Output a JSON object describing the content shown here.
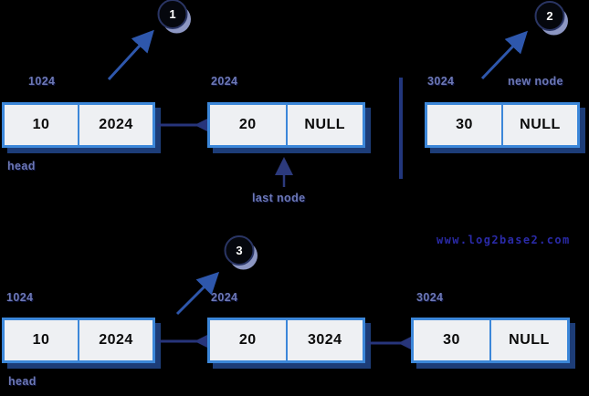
{
  "watermark": "www.log2base2.com",
  "badges": {
    "step1": "1",
    "step2": "2",
    "step3": "3"
  },
  "top": {
    "node1": {
      "address": "1024",
      "data": "10",
      "next": "2024"
    },
    "node2": {
      "address": "2024",
      "data": "20",
      "next": "NULL"
    },
    "new_node": {
      "address": "3024",
      "data": "30",
      "next": "NULL",
      "caption": "new node"
    },
    "head_label": "head",
    "last_node_label": "last node"
  },
  "bottom": {
    "node1": {
      "address": "1024",
      "data": "10",
      "next": "2024"
    },
    "node2": {
      "address": "2024",
      "data": "20",
      "next": "3024"
    },
    "node3": {
      "address": "3024",
      "data": "30",
      "next": "NULL"
    },
    "head_label": "head"
  },
  "colors": {
    "background": "#000000",
    "node_fill": "#eef0f3",
    "node_border": "#3c87d9",
    "node_shadow": "#1d3d78",
    "connector_line": "#27357b",
    "step_arrow": "#2e57ac",
    "separator_line": "#22367c",
    "label_text": "#6d78b4",
    "watermark_text": "#2a2aa8",
    "badge_number": "#ffffff",
    "badge_crescent": "#8d97c3",
    "badge_ring": "#2a3564"
  }
}
